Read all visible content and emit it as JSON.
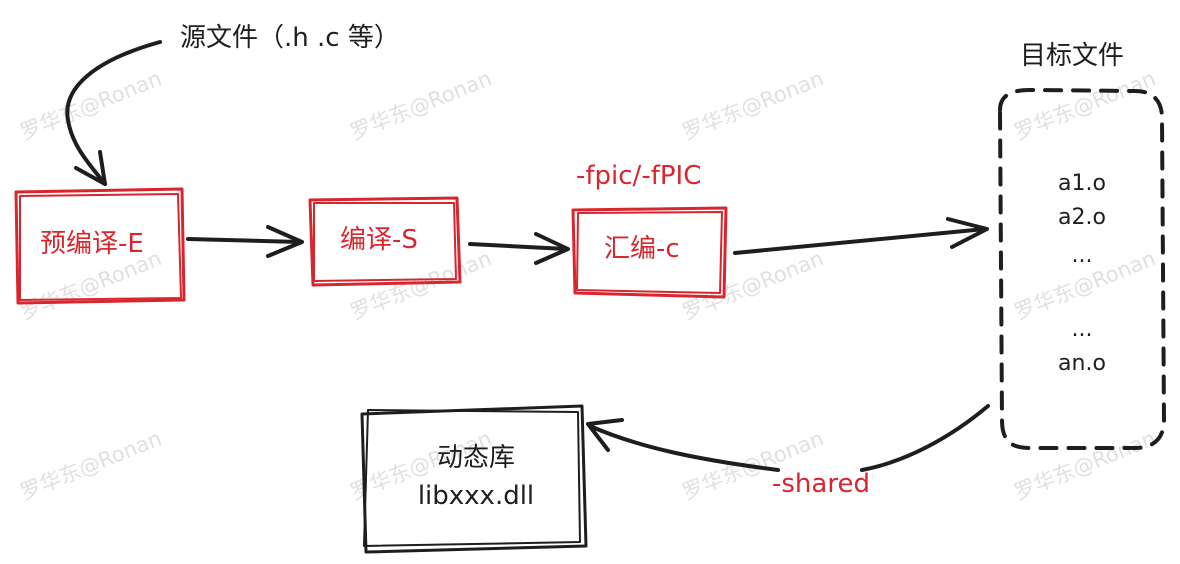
{
  "colors": {
    "accent_red": "#d8262f",
    "ink": "#1e1e1e",
    "watermark": "#e0e0e0"
  },
  "watermark_text": "罗华东@Ronan",
  "source_label": "源文件（.h .c 等）",
  "target_title": "目标文件",
  "stages": {
    "preprocess": "预编译-E",
    "compile": "编译-S",
    "assemble": "汇编-c"
  },
  "pic_flag": "-fpic/-fPIC",
  "object_files": [
    "a1.o",
    "a2.o",
    "...",
    "...",
    "an.o"
  ],
  "shared_flag": "-shared",
  "library": {
    "title": "动态库",
    "file": "libxxx.dll"
  }
}
